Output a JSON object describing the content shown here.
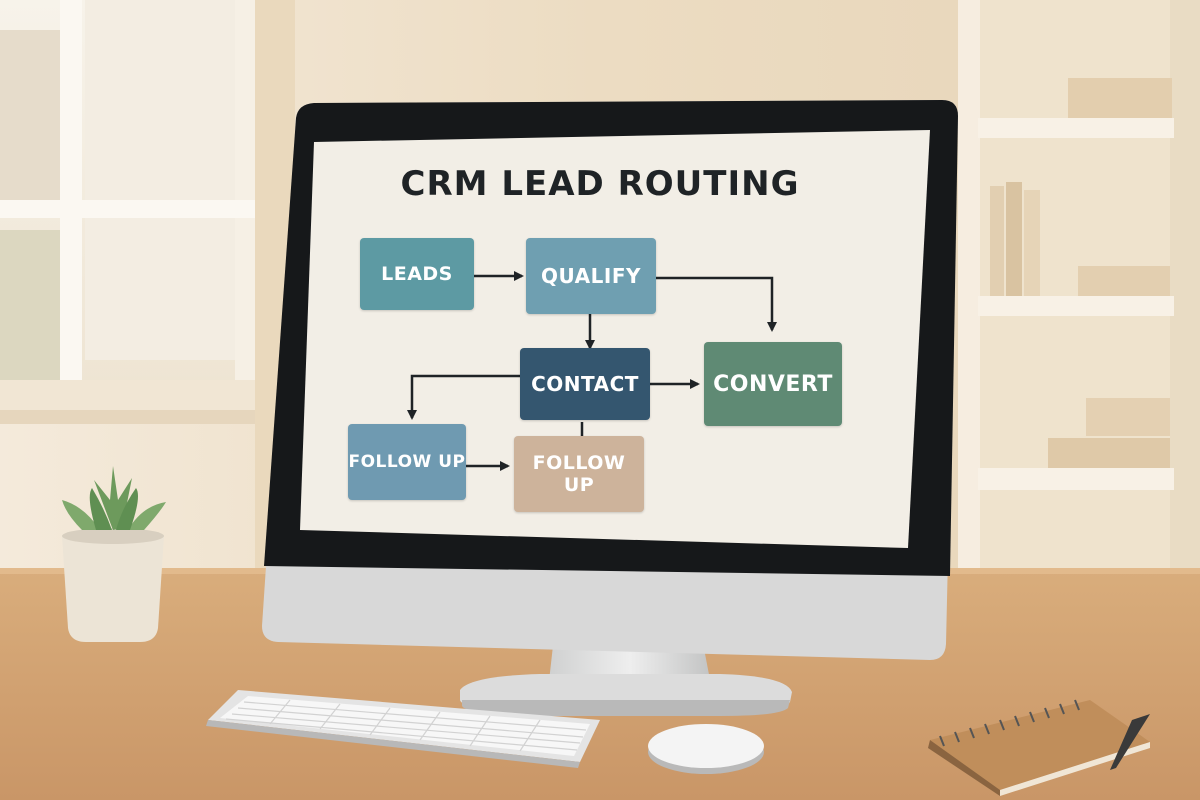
{
  "diagram": {
    "title": "CRM LEAD ROUTING",
    "nodes": {
      "leads": "LEADS",
      "qualify": "QUALIFY",
      "contact": "CONTACT",
      "convert": "CONVERT",
      "follow_up_left": "FOLLOW UP",
      "follow_up_right": "FOLLOW UP"
    }
  },
  "colors": {
    "leads": "#5d9aa3",
    "qualify": "#6f9fb1",
    "contact": "#34566f",
    "convert": "#5f8a74",
    "follow_up_left": "#6f9ab1",
    "follow_up_right": "#cdb39b"
  }
}
